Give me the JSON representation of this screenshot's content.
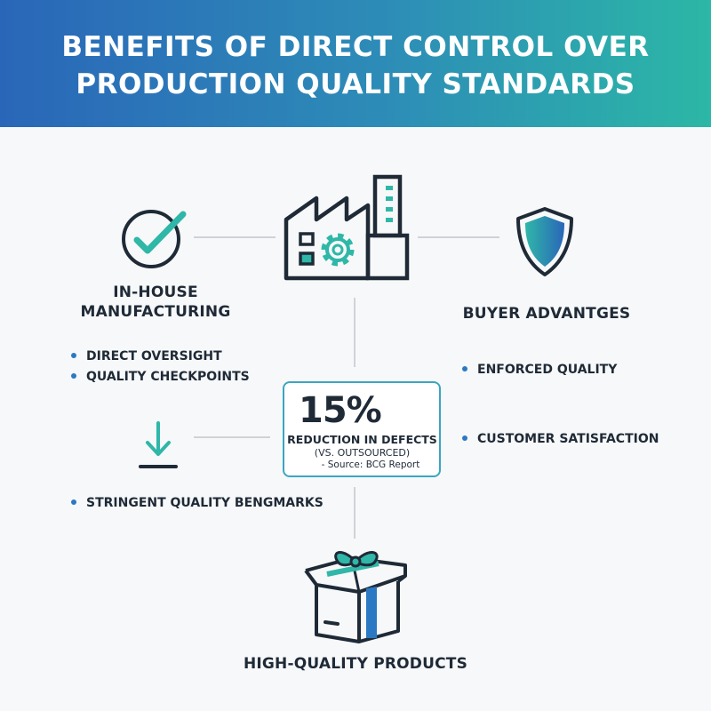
{
  "title": {
    "line1": "BENEFITS OF DIRECT CONTROL OVER",
    "line2": "PRODUCTION QUALITY STANDARDS"
  },
  "nodes": {
    "in_house": {
      "label_line1": "IN-HOUSE",
      "label_line2": "MANUFACTURING",
      "icon": "check-circle-icon",
      "bullets": [
        "DIRECT OVERSIGHT",
        "QUALITY CHECKPOINTS"
      ]
    },
    "factory": {
      "icon": "factory-gear-icon"
    },
    "buyer": {
      "label": "BUYER ADVANTGES",
      "icon": "shield-icon",
      "bullets": [
        "ENFORCED QUALITY",
        "CUSTOMER SATISFACTION"
      ]
    },
    "benchmarks": {
      "icon": "download-arrow-icon",
      "bullet": "STRINGENT QUALITY BENGMARKS"
    },
    "stat": {
      "value": "15%",
      "description": "REDUCTION IN DEFECTS",
      "sub": "(VS. OUTSOURCED)",
      "source": "- Source: BCG Report"
    },
    "products": {
      "label": "HIGH-QUALITY PRODUCTS",
      "icon": "gift-box-icon"
    }
  },
  "colors": {
    "banner_start": "#2a66b8",
    "banner_end": "#2cb7a6",
    "accent_teal": "#2fb7a8",
    "accent_blue": "#2a79c2",
    "text_dark": "#1f2a37",
    "connector": "#cfd3d8"
  }
}
